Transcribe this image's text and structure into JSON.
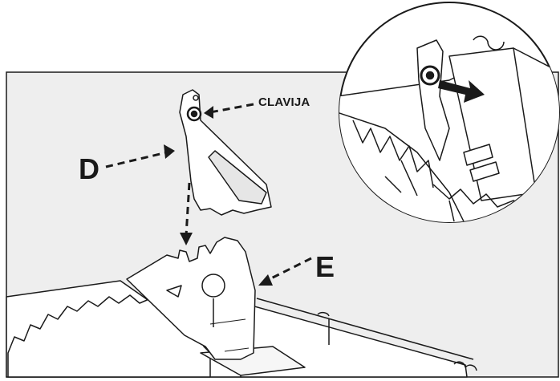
{
  "labels": {
    "d": "D",
    "e": "E",
    "clavija": "CLAVIJA"
  },
  "colors": {
    "panel": "#eeeeee",
    "line": "#1a1a1a",
    "white": "#ffffff"
  }
}
